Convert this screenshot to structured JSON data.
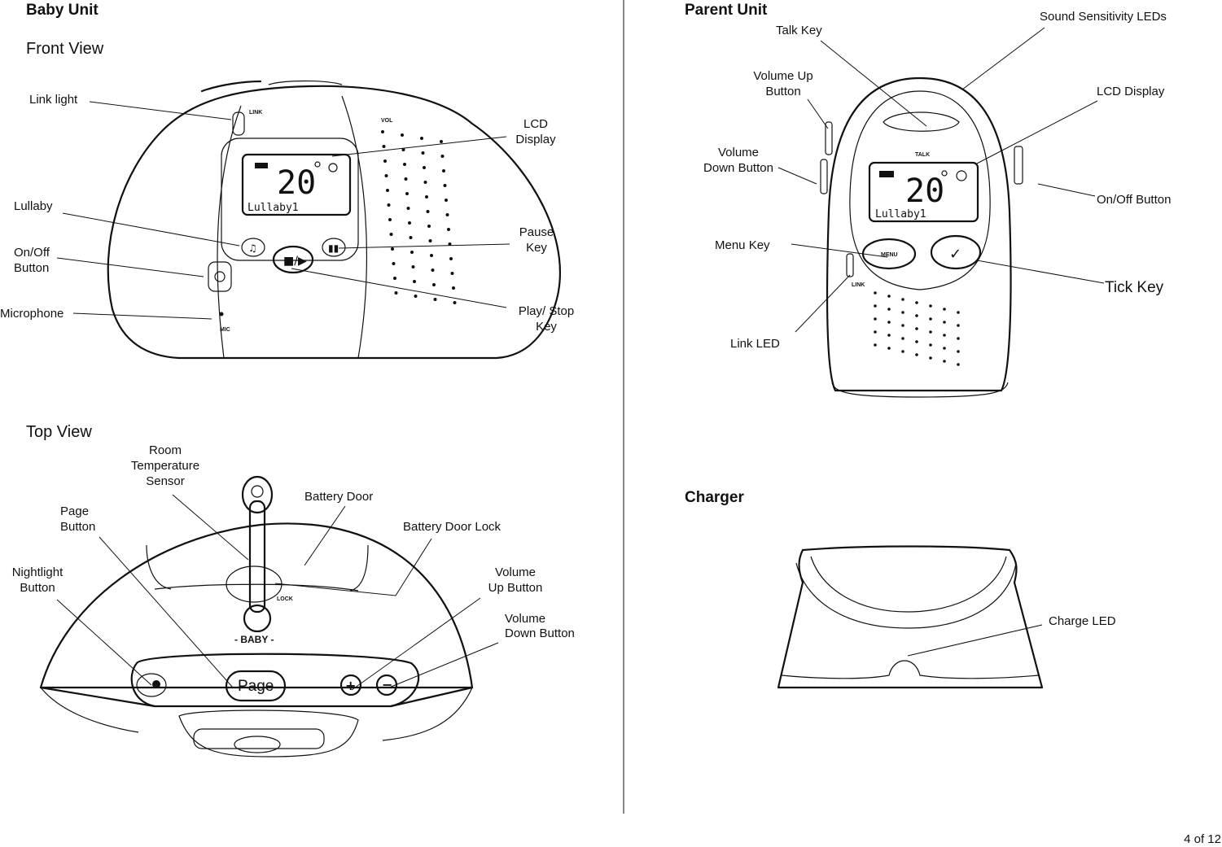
{
  "baby_unit": {
    "title": "Baby Unit",
    "front_view": {
      "heading": "Front View",
      "labels": {
        "link_light": "Link light",
        "lullaby": "Lullaby",
        "on_off": [
          "On/Off",
          "Button"
        ],
        "microphone": "Microphone",
        "lcd_display": [
          "LCD",
          "Display"
        ],
        "pause_key": [
          "Pause",
          "Key"
        ],
        "play_stop_key": [
          "Play/ Stop",
          "Key"
        ]
      },
      "device_text": {
        "temp": "20",
        "song": "Lullaby1",
        "link": "LINK",
        "mic": "MIC",
        "vol": "VOL"
      }
    },
    "top_view": {
      "heading": "Top View",
      "labels": {
        "room_temp_sensor": [
          "Room",
          "Temperature",
          "Sensor"
        ],
        "battery_door": "Battery Door",
        "battery_door_lock": "Battery Door Lock",
        "page_button": [
          "Page",
          "Button"
        ],
        "nightlight_button": [
          "Nightlight",
          "Button"
        ],
        "volume_up": [
          "Volume",
          "Up Button"
        ],
        "volume_down": [
          "Volume",
          "Down Button"
        ]
      },
      "device_text": {
        "page": "Page",
        "baby": "- BABY -",
        "lock": "LOCK"
      }
    }
  },
  "parent_unit": {
    "title": "Parent Unit",
    "labels": {
      "talk_key": "Talk Key",
      "sound_leds": "Sound Sensitivity LEDs",
      "volume_up": [
        "Volume Up",
        "Button"
      ],
      "lcd_display": "LCD Display",
      "volume_down": [
        "Volume",
        "Down Button"
      ],
      "on_off": "On/Off Button",
      "menu_key": "Menu Key",
      "tick_key": "Tick Key",
      "link_led": "Link LED"
    },
    "device_text": {
      "talk": "TALK",
      "temp": "20",
      "song": "Lullaby1",
      "menu": "MENU",
      "link": "LINK"
    }
  },
  "charger": {
    "title": "Charger",
    "labels": {
      "charge_led": "Charge LED"
    }
  },
  "page_number": "4 of 12"
}
